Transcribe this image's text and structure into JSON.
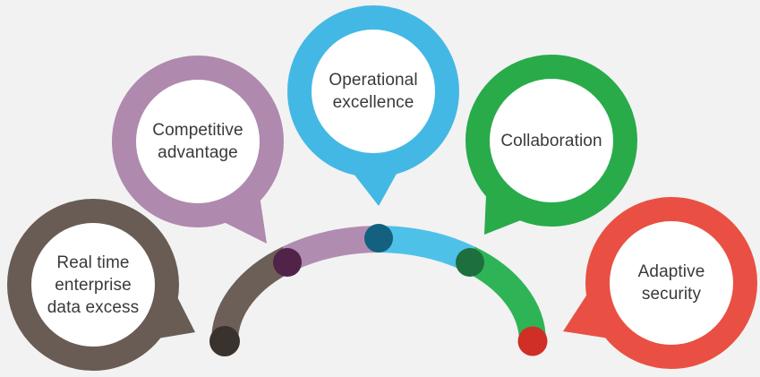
{
  "background_color": "#f2f2f2",
  "text_color": "#3a3a3a",
  "bubble_inner_fill": "#ffffff",
  "bubbles": [
    {
      "label": "Real time enterprise data excess",
      "color": "#695c55",
      "dot_color": "#3a322d"
    },
    {
      "label": "Competitive advantage",
      "color": "#af89ae",
      "dot_color": "#512349"
    },
    {
      "label": "Operational excellence",
      "color": "#44b8e4",
      "dot_color": "#13607f"
    },
    {
      "label": "Collaboration",
      "color": "#29ab4a",
      "dot_color": "#1d6f3e"
    },
    {
      "label": "Adaptive security",
      "color": "#e95043",
      "dot_color": "#d02f26"
    }
  ],
  "arc": {
    "segments": [
      "#6c5f58",
      "#b18cb1",
      "#4ec1e9",
      "#2eb456"
    ]
  }
}
